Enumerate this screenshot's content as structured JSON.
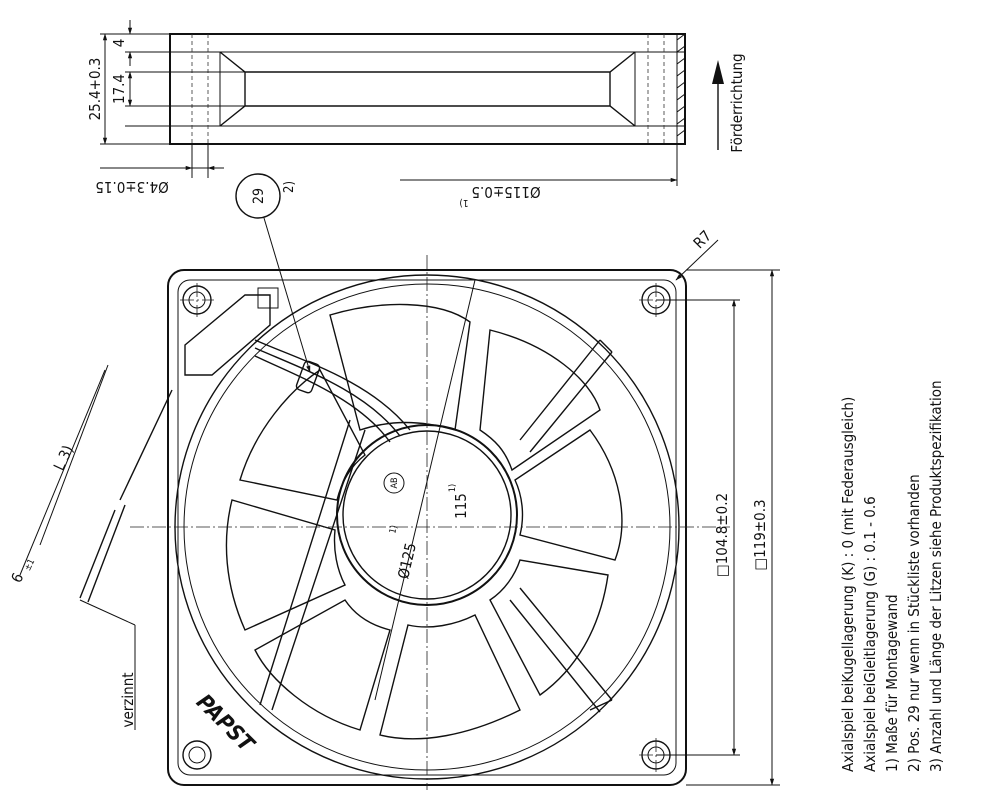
{
  "side_view": {
    "dim_thickness": "25.4+0.3",
    "dim_inner": "17.4",
    "dim_flange": "4",
    "dim_hole": "Ø4.3±0.15",
    "dim_diameter": "Ø115±0.5",
    "dim_diameter_note": "1)",
    "airflow_label": "Förderrichtung"
  },
  "front_view": {
    "position_number": "29",
    "position_note": "2)",
    "radius_label": "R7",
    "cable_length": "L 3)",
    "strip_length": "6",
    "strip_tolerance": "±1",
    "tinned_label": "verzinnt",
    "brand_logo": "PAPST",
    "hub_diameter": "Ø125",
    "hub_diameter_note": "1)",
    "hub_center_dim": "115",
    "hub_center_note": "1)",
    "ce_mark": "AB",
    "dim_hole_spacing": "□104.8±0.2",
    "dim_frame": "□119±0.3"
  },
  "notes": [
    "Axialspiel beiKugellagerung (K) :  0 (mit Federausgleich)",
    "Axialspiel beiGleitlagerung  (G) :  0.1 - 0.6",
    "1) Maße für Montagewand",
    "2) Pos. 29 nur wenn in Stückliste vorhanden",
    "3) Anzahl und Länge der Litzen siehe Produktspezifikation"
  ]
}
